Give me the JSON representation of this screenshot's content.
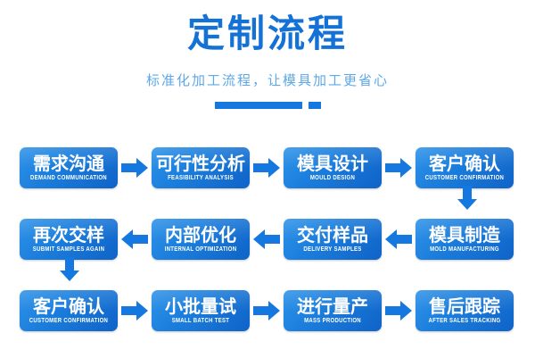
{
  "header": {
    "title": "定制流程",
    "subtitle": "标准化加工流程，让模具加工更省心",
    "accent_color": "#1578e0",
    "title_color": "#1472d6",
    "subtitle_color": "#5ea8e8"
  },
  "flow": {
    "rows": [
      {
        "direction": "right",
        "steps": [
          {
            "cn": "需求沟通",
            "en": "DEMAND COMMUNICATION"
          },
          {
            "cn": "可行性分析",
            "en": "FEASIBILITY ANALYSIS"
          },
          {
            "cn": "模具设计",
            "en": "MOULD DESIGN"
          },
          {
            "cn": "客户确认",
            "en": "CUSTOMER CONFIRMATION"
          }
        ]
      },
      {
        "direction": "left",
        "steps": [
          {
            "cn": "再次交样",
            "en": "SUBMIT SAMPLES AGAIN"
          },
          {
            "cn": "内部优化",
            "en": "INTERNAL OPTIMIZATION"
          },
          {
            "cn": "交付样品",
            "en": "DELIVERY SAMPLES"
          },
          {
            "cn": "模具制造",
            "en": "MOLD MANUFACTURING"
          }
        ]
      },
      {
        "direction": "right",
        "steps": [
          {
            "cn": "客户确认",
            "en": "CUSTOMER CONFIRMATION"
          },
          {
            "cn": "小批量试",
            "en": "SMALL BATCH TEST"
          },
          {
            "cn": "进行量产",
            "en": "MASS PRODUCTION"
          },
          {
            "cn": "售后跟踪",
            "en": "AFTER SALES TRACKING"
          }
        ]
      }
    ],
    "connectors": [
      {
        "name": "row1-to-row2-down-arrow",
        "direction": "down",
        "side": "right"
      },
      {
        "name": "row2-to-row3-down-arrow",
        "direction": "down",
        "side": "left"
      }
    ]
  }
}
